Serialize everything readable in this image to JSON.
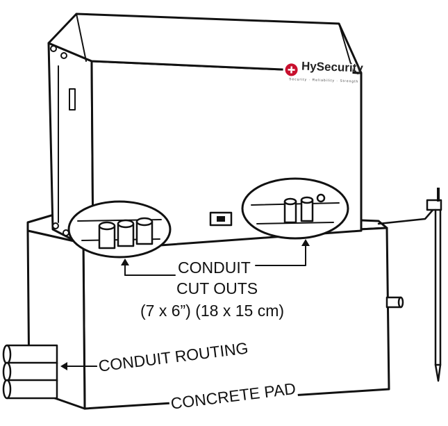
{
  "brand": {
    "name": "HySecurity",
    "tagline": "Security · Reliability · Strength"
  },
  "callouts": {
    "conduit_line1": "CONDUIT",
    "conduit_line2": "CUT OUTS",
    "conduit_line3": "(7 x 6”) (18 x 15 cm)",
    "routing": "CONDUIT ROUTING",
    "pad": "CONCRETE PAD"
  }
}
